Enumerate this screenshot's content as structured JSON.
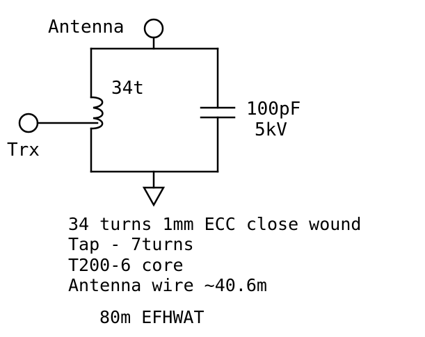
{
  "labels": {
    "antenna": "Antenna",
    "trx": "Trx",
    "turns": "34t",
    "cap_value": "100pF",
    "cap_voltage": "5kV"
  },
  "notes": [
    "34 turns 1mm ECC close wound",
    "Tap - 7turns",
    "T200-6 core",
    "Antenna wire ~40.6m"
  ],
  "footer": "80m EFHWAT",
  "colors": {
    "ink": "#000000",
    "background": "#ffffff"
  }
}
